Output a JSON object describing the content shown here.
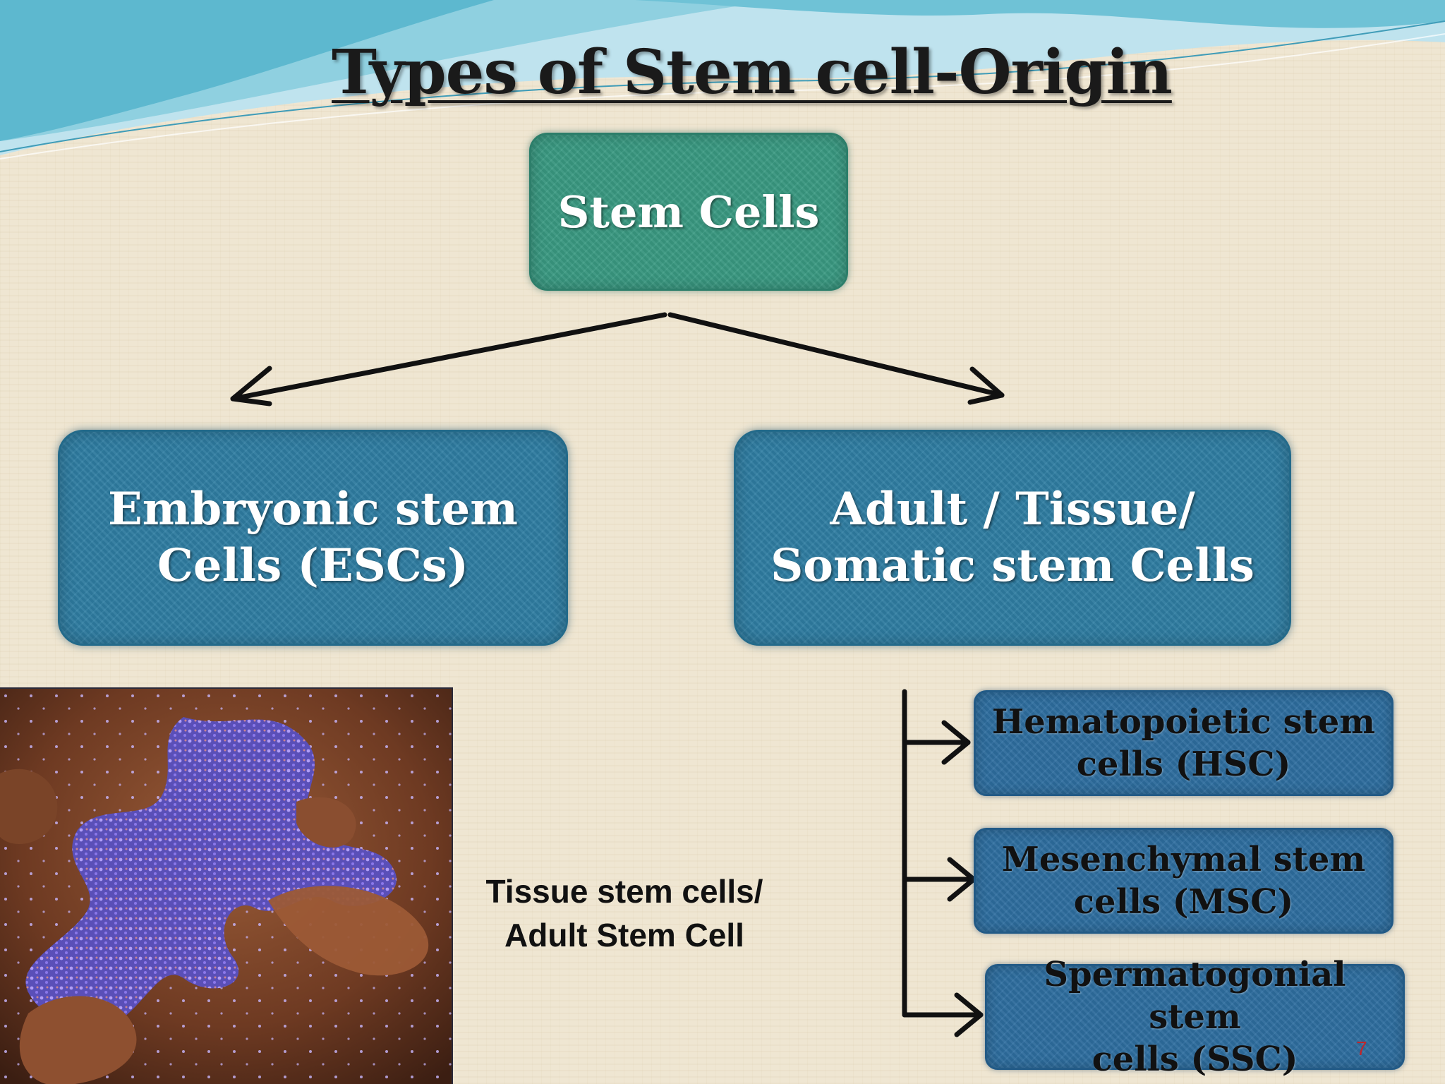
{
  "slide": {
    "title": "Types of Stem cell-Origin",
    "page_number": "7"
  },
  "diagram": {
    "root": {
      "label": "Stem Cells"
    },
    "embryonic": {
      "line1": "Embryonic stem",
      "line2": "Cells (ESCs)"
    },
    "adult": {
      "line1": "Adult / Tissue/",
      "line2": "Somatic stem Cells"
    },
    "adult_types": [
      {
        "line1": "Hematopoietic stem",
        "line2": "cells (HSC)"
      },
      {
        "line1": "Mesenchymal stem",
        "line2": "cells (MSC)"
      },
      {
        "line1": "Spermatogonial stem",
        "line2": "cells (SSC)"
      }
    ]
  },
  "image": {
    "caption_line1": "Tissue stem cells/",
    "caption_line2": "Adult Stem Cell"
  },
  "colors": {
    "background": "#efe6d2",
    "root_fill": "#3a9a82",
    "level1_fill": "#2f7ea3",
    "level2_fill": "#2e6ea0",
    "page_number": "#c0262b",
    "wave_light": "#bfe3ee",
    "wave_teal": "#6fc2d6"
  }
}
